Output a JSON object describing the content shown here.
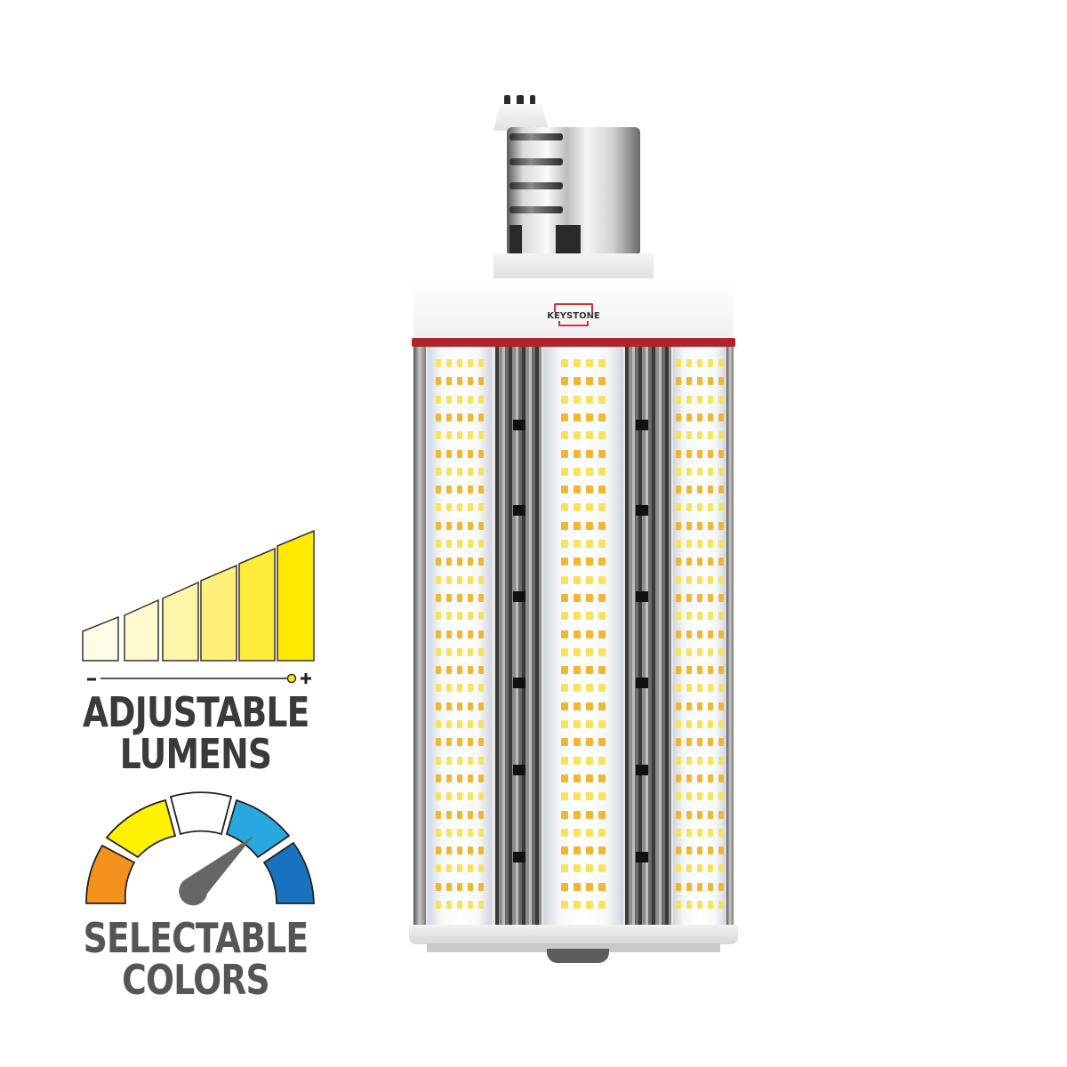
{
  "product": {
    "brand_logo_text": "KEYSTONE",
    "type": "LED corn bulb",
    "colors": {
      "red_band": "#b0252b",
      "led_warm": "#f2b632",
      "led_cool": "#f7e25a",
      "fin": "#6b6b6b"
    }
  },
  "lumens_badge": {
    "label_line1": "ADJUSTABLE",
    "label_line2": "LUMENS",
    "bars": [
      {
        "color": "#fffbe6"
      },
      {
        "color": "#fff9d0"
      },
      {
        "color": "#fff5a8"
      },
      {
        "color": "#fff07a"
      },
      {
        "color": "#ffeb3a"
      },
      {
        "color": "#ffe900"
      }
    ],
    "slider": {
      "minus": "-",
      "plus": "+",
      "knob_color": "#ffe900"
    }
  },
  "colors_badge": {
    "label_line1": "SELECTABLE",
    "label_line2": "COLORS",
    "segments": [
      {
        "color": "#f5921e"
      },
      {
        "color": "#fff200"
      },
      {
        "color": "#ffffff"
      },
      {
        "color": "#29a8e0"
      },
      {
        "color": "#1872bd"
      }
    ],
    "needle_color": "#666666"
  }
}
